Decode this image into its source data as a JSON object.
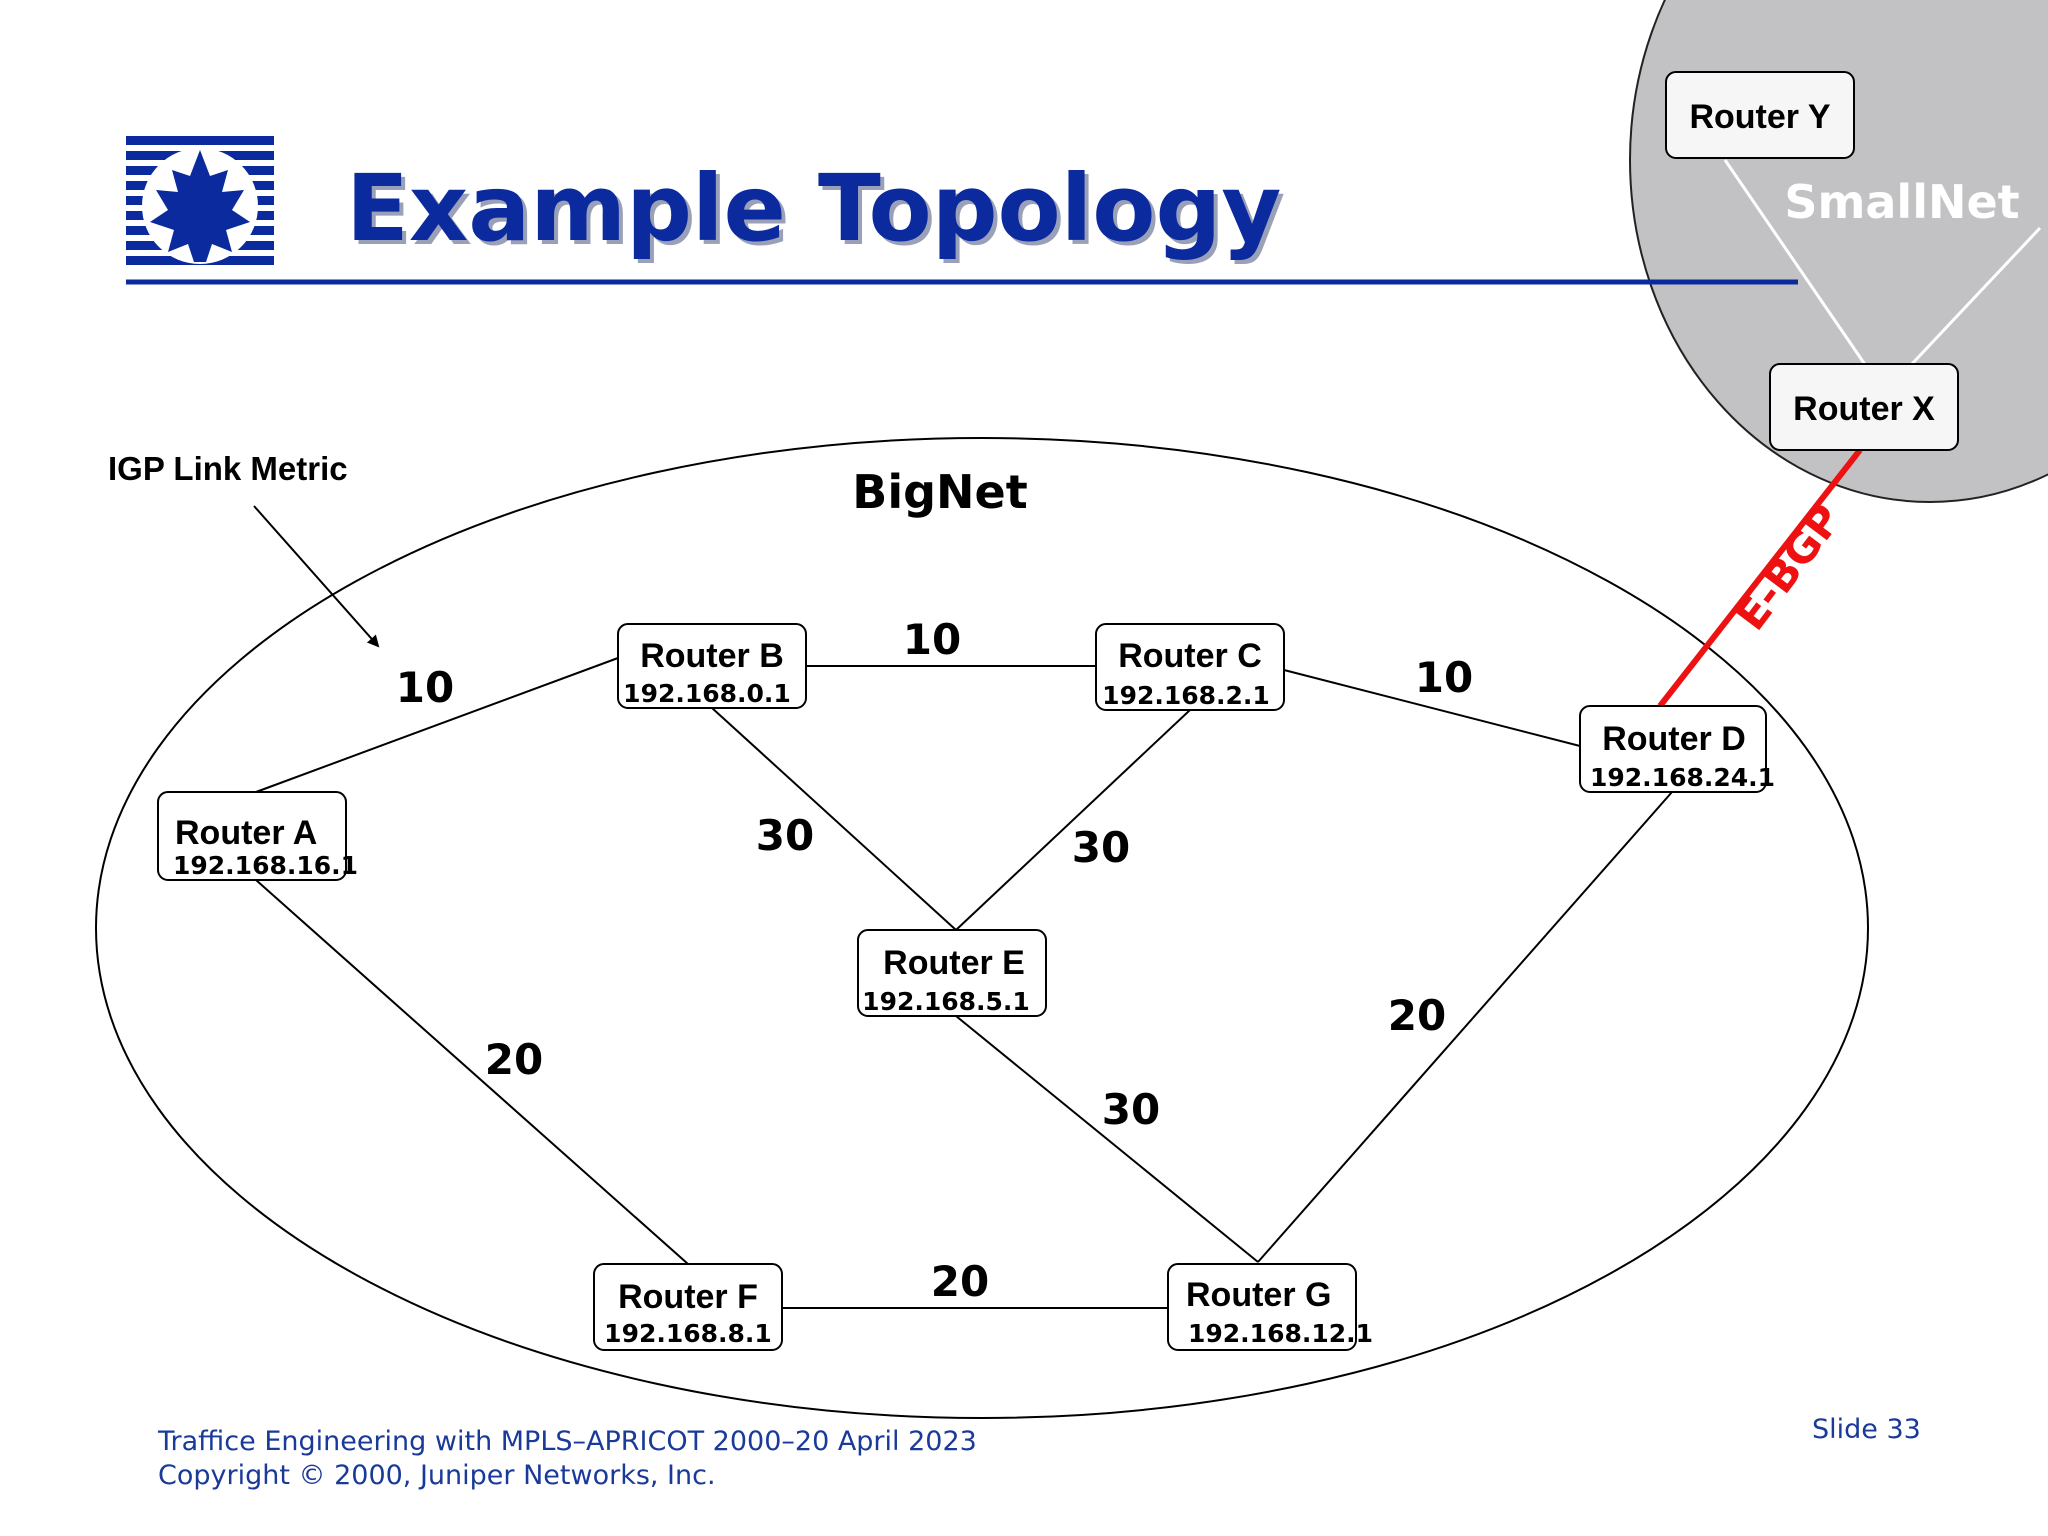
{
  "slide": {
    "title": "Example Topology",
    "footer_line1": "Traffice Engineering with MPLS–APRICOT 2000–20 April 2023",
    "footer_line2": "Copyright © 2000, Juniper Networks, Inc.",
    "slide_number": "Slide 33"
  },
  "colors": {
    "title": "#0a2a9e",
    "ebgp": "#ee1111",
    "smallnet_fill": "#c2c2c4",
    "footer_text": "#1a3a9a"
  },
  "annotation": {
    "label": "IGP Link Metric"
  },
  "bignet": {
    "label": "BigNet"
  },
  "smallnet": {
    "label": "SmallNet"
  },
  "ebgp_label": "E-BGP",
  "routers": {
    "a": {
      "name": "Router A",
      "ip": "192.168.16.1"
    },
    "b": {
      "name": "Router B",
      "ip": "192.168.0.1"
    },
    "c": {
      "name": "Router C",
      "ip": "192.168.2.1"
    },
    "d": {
      "name": "Router D",
      "ip": "192.168.24.1"
    },
    "e": {
      "name": "Router E",
      "ip": "192.168.5.1"
    },
    "f": {
      "name": "Router F",
      "ip": "192.168.8.1"
    },
    "g": {
      "name": "Router G",
      "ip": "192.168.12.1"
    },
    "x": {
      "name": "Router X"
    },
    "y": {
      "name": "Router Y"
    }
  },
  "metrics": {
    "a_b": "10",
    "b_c": "10",
    "c_d": "10",
    "b_e": "30",
    "c_e": "30",
    "a_f": "20",
    "d_g": "20",
    "e_g": "30",
    "f_g": "20"
  }
}
